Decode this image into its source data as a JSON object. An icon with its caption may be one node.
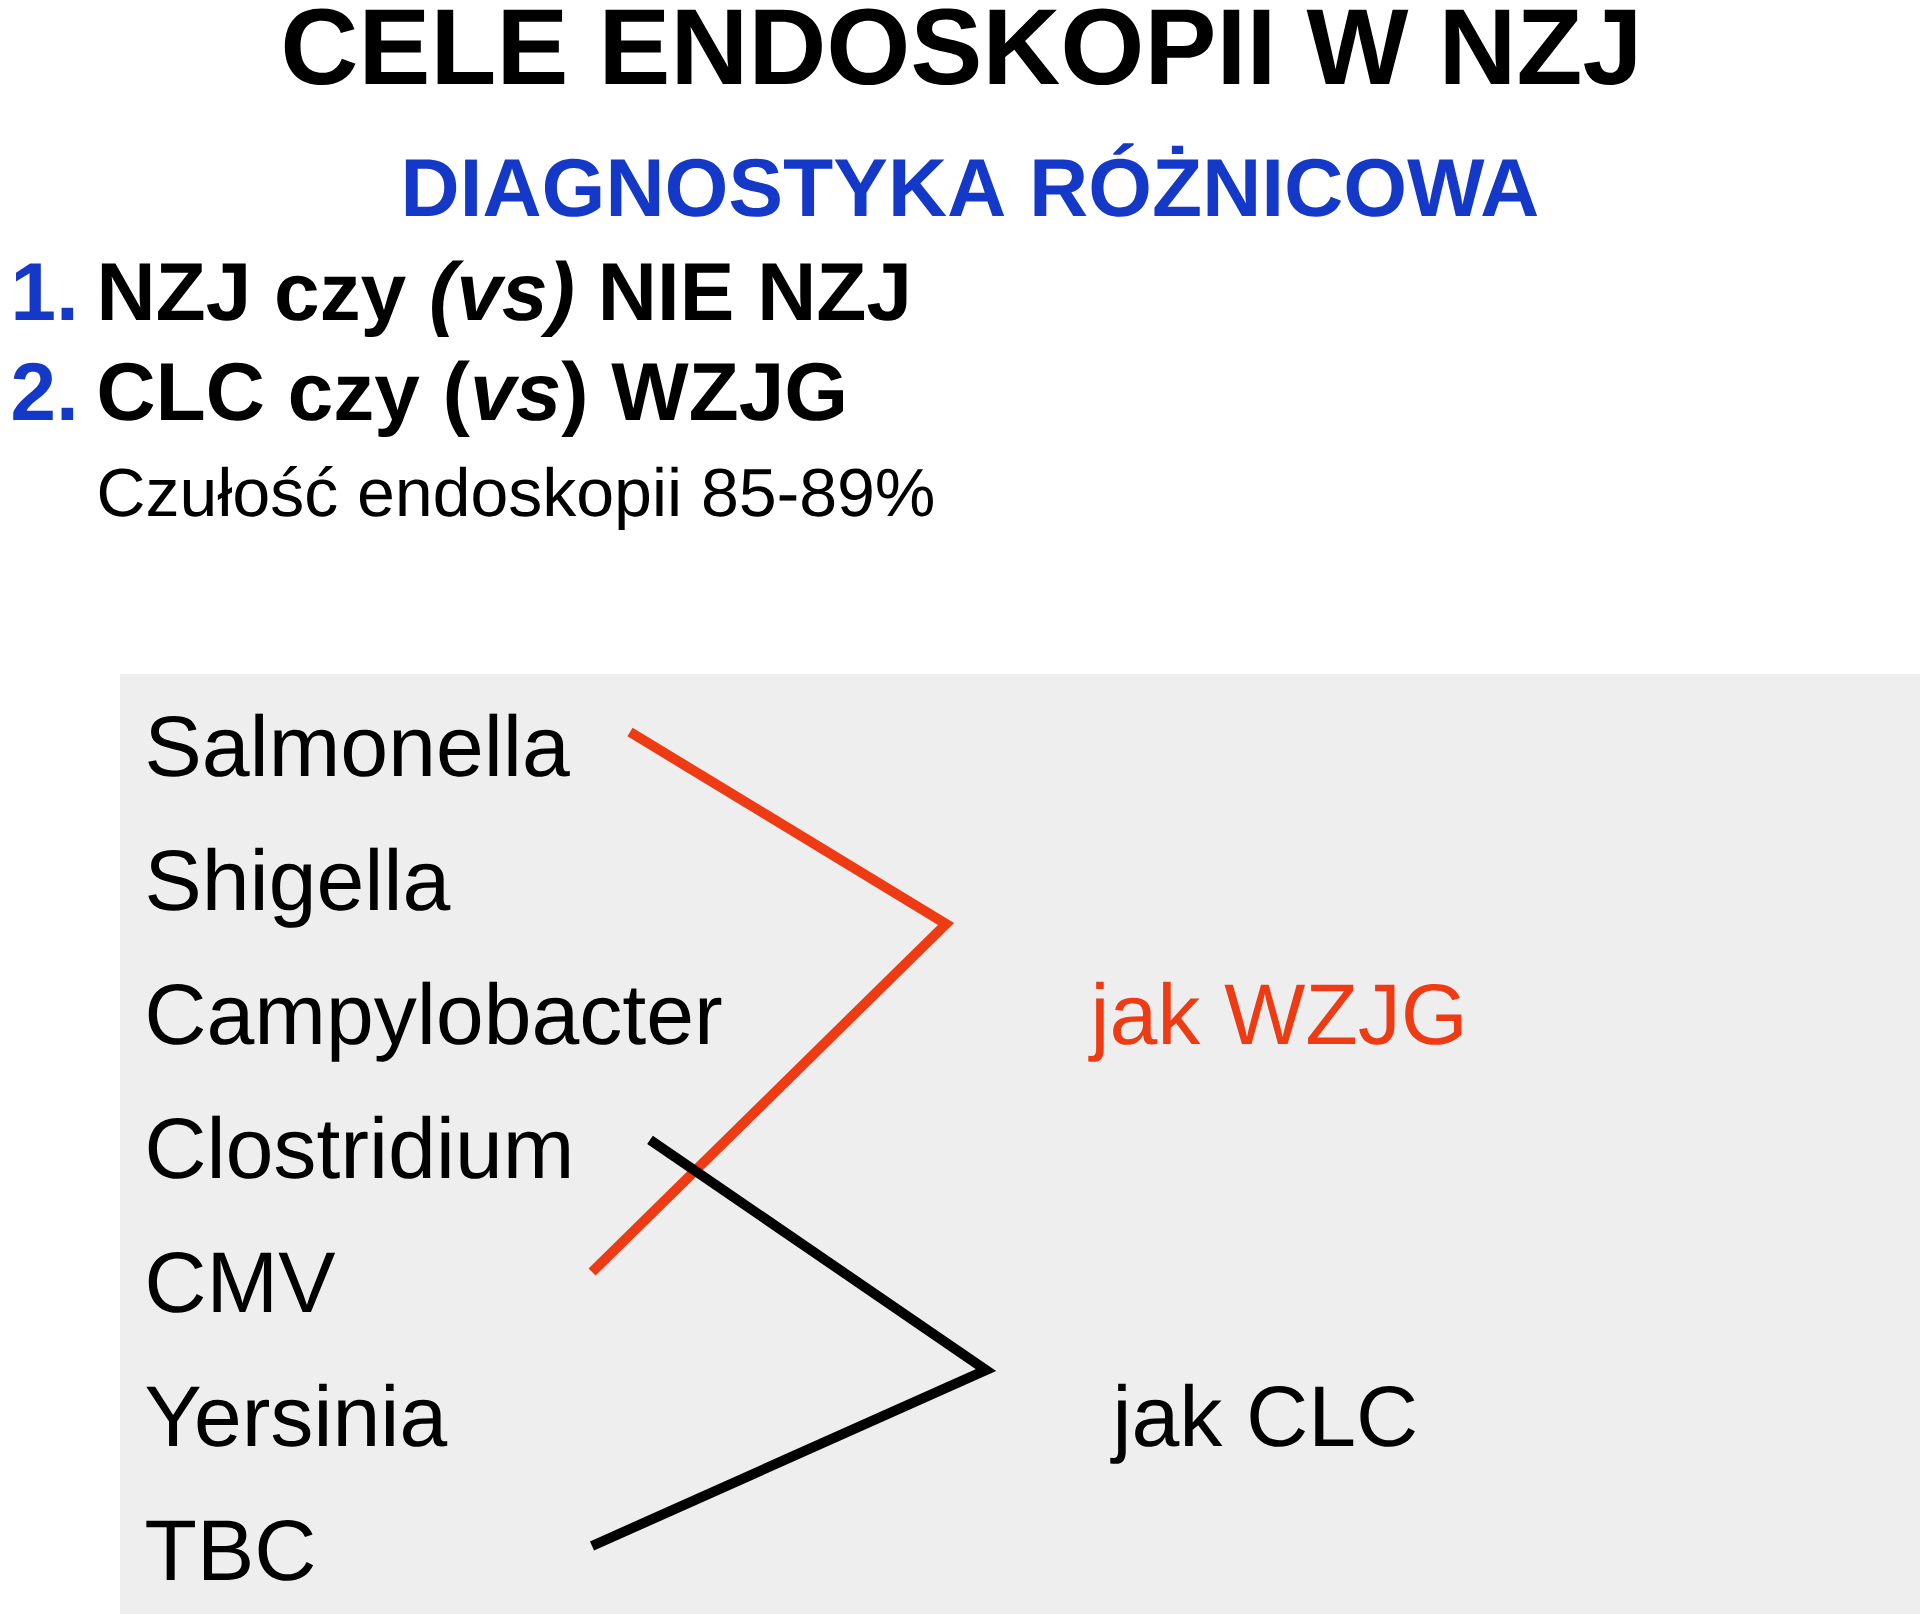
{
  "diagram": {
    "title": "CELE ENDOSKOPII W NZJ",
    "labels": [
      "DIAGNOSTYKA RÓŻNICOWA",
      "1.",
      "NZJ czy *(vs)* NIE NZJ",
      "2.",
      "CLC czy (*vs*) WZJG",
      "Czułość endoskopii 85-89%",
      "Salmonella",
      "Shigella",
      "Campylobacter",
      "jak WZJG",
      "Clostridium",
      "CMV",
      "Yersinia",
      "jak CLC",
      "TBC"
    ]
  }
}
